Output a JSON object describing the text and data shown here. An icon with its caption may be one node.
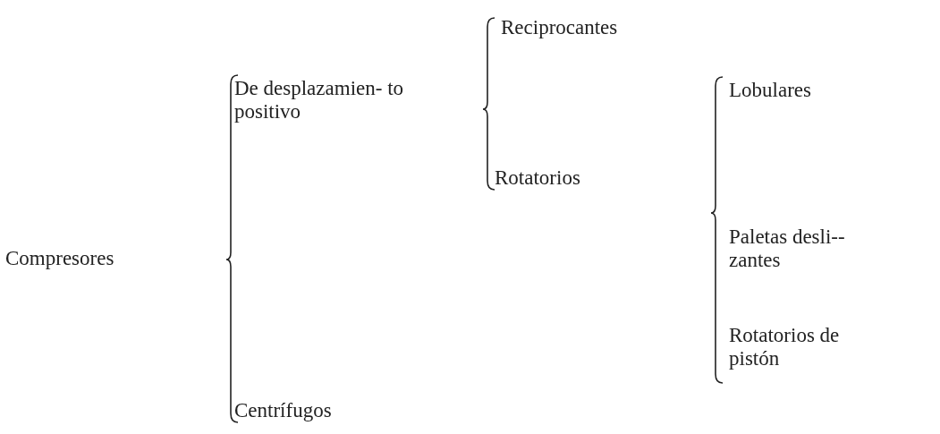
{
  "diagram": {
    "labels": [
      "Reciprocantes",
      "De desplazamien- to positivo",
      "Lobulares",
      "Rotatorios",
      "Paletas desli-- zantes",
      "Compresores",
      "Rotatorios de pistón",
      "Centrífugos"
    ]
  }
}
